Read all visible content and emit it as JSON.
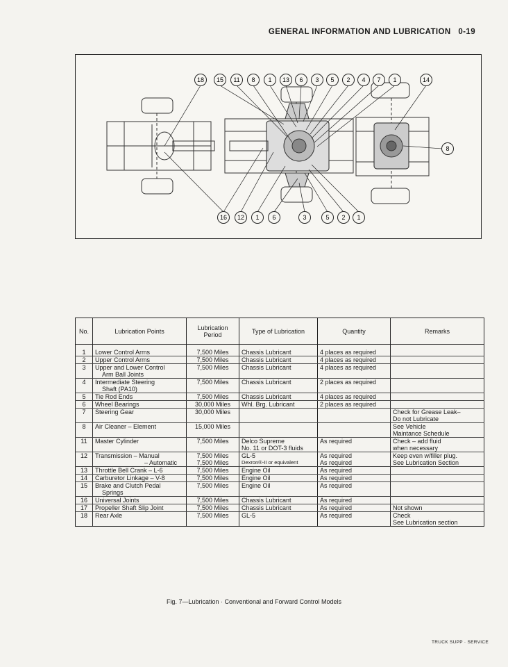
{
  "header": {
    "title": "GENERAL INFORMATION AND LUBRICATION",
    "page": "0-19"
  },
  "diagram": {
    "callouts_top": [
      "18",
      "15",
      "11",
      "8",
      "1",
      "13",
      "6",
      "3",
      "5",
      "2",
      "4",
      "7",
      "1",
      "14"
    ],
    "callouts_bottom": [
      "16",
      "12",
      "1",
      "6",
      "3",
      "5",
      "2",
      "1"
    ],
    "callout_right": "8"
  },
  "table": {
    "headers": {
      "no": "No.",
      "point": "Lubrication Points",
      "period": "Lubrication Period",
      "type": "Type of Lubrication",
      "quantity": "Quantity",
      "remarks": "Remarks"
    },
    "rows": [
      {
        "no": "1",
        "point": [
          "Lower Control Arms"
        ],
        "period": [
          "7,500 Miles"
        ],
        "type": [
          "Chassis Lubricant"
        ],
        "quantity": [
          "4 places as required"
        ],
        "remarks": []
      },
      {
        "no": "2",
        "point": [
          "Upper Control Arms"
        ],
        "period": [
          "7,500 Miles"
        ],
        "type": [
          "Chassis Lubricant"
        ],
        "quantity": [
          "4 places as required"
        ],
        "remarks": []
      },
      {
        "no": "3",
        "point": [
          "Upper and Lower Control",
          "Arm Ball Joints"
        ],
        "period": [
          "7,500 Miles"
        ],
        "type": [
          "Chassis Lubricant"
        ],
        "quantity": [
          "4 places as required"
        ],
        "remarks": []
      },
      {
        "no": "4",
        "point": [
          "Intermediate Steering",
          "Shaft (PA10)"
        ],
        "period": [
          "7,500 Miles"
        ],
        "type": [
          "Chassis Lubricant"
        ],
        "quantity": [
          "2 places as required"
        ],
        "remarks": []
      },
      {
        "no": "5",
        "point": [
          "Tie Rod Ends"
        ],
        "period": [
          "7,500 Miles"
        ],
        "type": [
          "Chassis Lubricant"
        ],
        "quantity": [
          "4 places as required"
        ],
        "remarks": []
      },
      {
        "no": "6",
        "point": [
          "Wheel Bearings"
        ],
        "period": [
          "30,000 Miles"
        ],
        "type": [
          "Whl. Brg. Lubricant"
        ],
        "quantity": [
          "2 places as required"
        ],
        "remarks": []
      },
      {
        "no": "7",
        "point": [
          "Steering Gear"
        ],
        "period": [
          "30,000 Miles"
        ],
        "type": [],
        "quantity": [],
        "remarks": [
          "Check for Grease Leak–",
          "Do not Lubricate"
        ]
      },
      {
        "no": "8",
        "point": [
          "Air Cleaner – Element"
        ],
        "period": [
          "15,000 Miles"
        ],
        "type": [],
        "quantity": [],
        "remarks": [
          "See Vehicle",
          "Maintance Schedule"
        ]
      },
      {
        "no": "11",
        "point": [
          "Master Cylinder"
        ],
        "period": [
          "7,500 Miles"
        ],
        "type": [
          "Delco Supreme",
          "No. 11 or DOT-3 fluids"
        ],
        "quantity": [
          "As required"
        ],
        "remarks": [
          "Check – add fluid",
          "when necessary"
        ]
      },
      {
        "no": "12",
        "point": [
          "Transmission – Manual",
          "– Automatic"
        ],
        "period": [
          "7,500 Miles",
          "7,500 Miles"
        ],
        "type": [
          "GL-5",
          "Dexron®-II or equivalent"
        ],
        "quantity": [
          "As required",
          "As required"
        ],
        "remarks": [
          "Keep even w/filler plug.",
          "See Lubrication Section"
        ]
      },
      {
        "no": "13",
        "point": [
          "Throttle Bell Crank – L-6"
        ],
        "period": [
          "7,500 Miles"
        ],
        "type": [
          "Engine Oil"
        ],
        "quantity": [
          "As required"
        ],
        "remarks": []
      },
      {
        "no": "14",
        "point": [
          "Carburetor Linkage – V-8"
        ],
        "period": [
          "7,500 Miles"
        ],
        "type": [
          "Engine Oil"
        ],
        "quantity": [
          "As required"
        ],
        "remarks": []
      },
      {
        "no": "15",
        "point": [
          "Brake and Clutch Pedal",
          "Springs"
        ],
        "period": [
          "7,500 Miles"
        ],
        "type": [
          "Engine Oil"
        ],
        "quantity": [
          "As required"
        ],
        "remarks": []
      },
      {
        "no": "16",
        "point": [
          "Universal Joints"
        ],
        "period": [
          "7,500 Miles"
        ],
        "type": [
          "Chassis Lubricant"
        ],
        "quantity": [
          "As required"
        ],
        "remarks": []
      },
      {
        "no": "17",
        "point": [
          "Propeller Shaft Slip Joint"
        ],
        "period": [
          "7,500 Miles"
        ],
        "type": [
          "Chassis Lubricant"
        ],
        "quantity": [
          "As required"
        ],
        "remarks": [
          "Not shown"
        ]
      },
      {
        "no": "18",
        "point": [
          "Rear Axle"
        ],
        "period": [
          "7,500 Miles"
        ],
        "type": [
          "GL-5"
        ],
        "quantity": [
          "As required"
        ],
        "remarks": [
          "Check",
          "See Lubrication section"
        ]
      }
    ]
  },
  "caption": "Fig. 7—Lubrication · Conventional and Forward Control Models",
  "footer": "TRUCK SUPP · SERVICE"
}
